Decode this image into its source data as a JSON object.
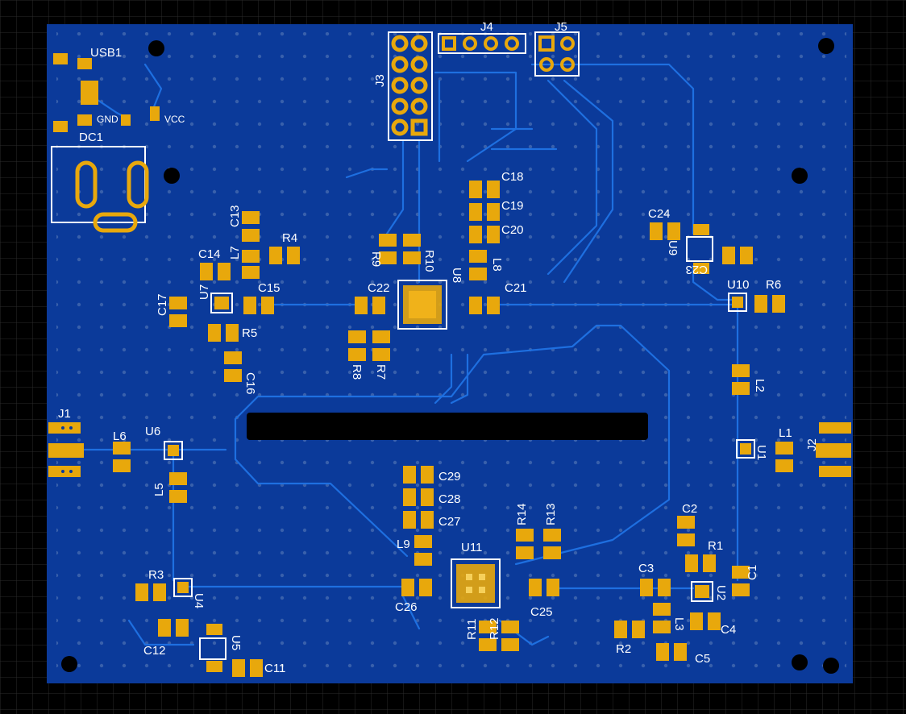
{
  "colors": {
    "background": "#000000",
    "grid": "#2a2a2a",
    "board": "#0b3a9a",
    "trace": "#1e6fe0",
    "pad": "#e8a80c",
    "silk": "#ffffff"
  },
  "labels": {
    "usb1": "USB1",
    "gnd": "GND",
    "vcc": "VCC",
    "dc1": "DC1",
    "j1": "J1",
    "j2": "J2",
    "j3": "J3",
    "j4": "J4",
    "j5": "J5",
    "l1": "L1",
    "l2": "L2",
    "l3": "L3",
    "l5": "L5",
    "l6": "L6",
    "l7": "L7",
    "l8": "L8",
    "l9": "L9",
    "u1": "U1",
    "u2": "U2",
    "u4": "U4",
    "u5": "U5",
    "u6": "U6",
    "u7": "U7",
    "u8": "U8",
    "u9": "U9",
    "u10": "U10",
    "u11": "U11",
    "r1": "R1",
    "r2": "R2",
    "r3": "R3",
    "r4": "R4",
    "r5": "R5",
    "r6": "R6",
    "r7": "R7",
    "r8": "R8",
    "r9": "R9",
    "r10": "R10",
    "r11": "R11",
    "r12": "R12",
    "r13": "R13",
    "r14": "R14",
    "c1": "C1",
    "c2": "C2",
    "c3": "C3",
    "c4": "C4",
    "c5": "C5",
    "c11": "C11",
    "c12": "C12",
    "c13": "C13",
    "c14": "C14",
    "c15": "C15",
    "c16": "C16",
    "c17": "C17",
    "c18": "C18",
    "c19": "C19",
    "c20": "C20",
    "c21": "C21",
    "c22": "C22",
    "c23": "C23",
    "c24": "C24",
    "c25": "C25",
    "c26": "C26",
    "c27": "C27",
    "c28": "C28",
    "c29": "C29"
  }
}
